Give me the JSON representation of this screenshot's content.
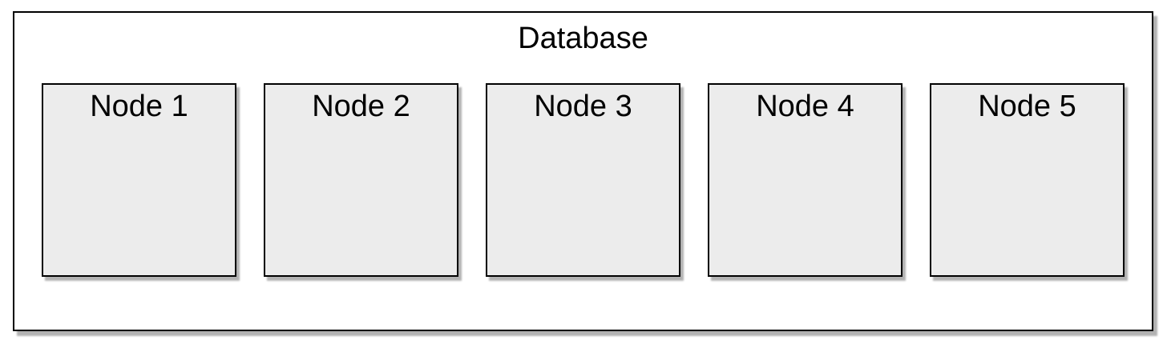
{
  "diagram": {
    "title": "Database",
    "nodes": [
      {
        "label": "Node 1"
      },
      {
        "label": "Node 2"
      },
      {
        "label": "Node 3"
      },
      {
        "label": "Node 4"
      },
      {
        "label": "Node 5"
      }
    ],
    "colors": {
      "container_fill": "#ffffff",
      "node_fill": "#ececec",
      "stroke": "#000000",
      "shadow": "rgba(0,0,0,0.3)"
    }
  }
}
